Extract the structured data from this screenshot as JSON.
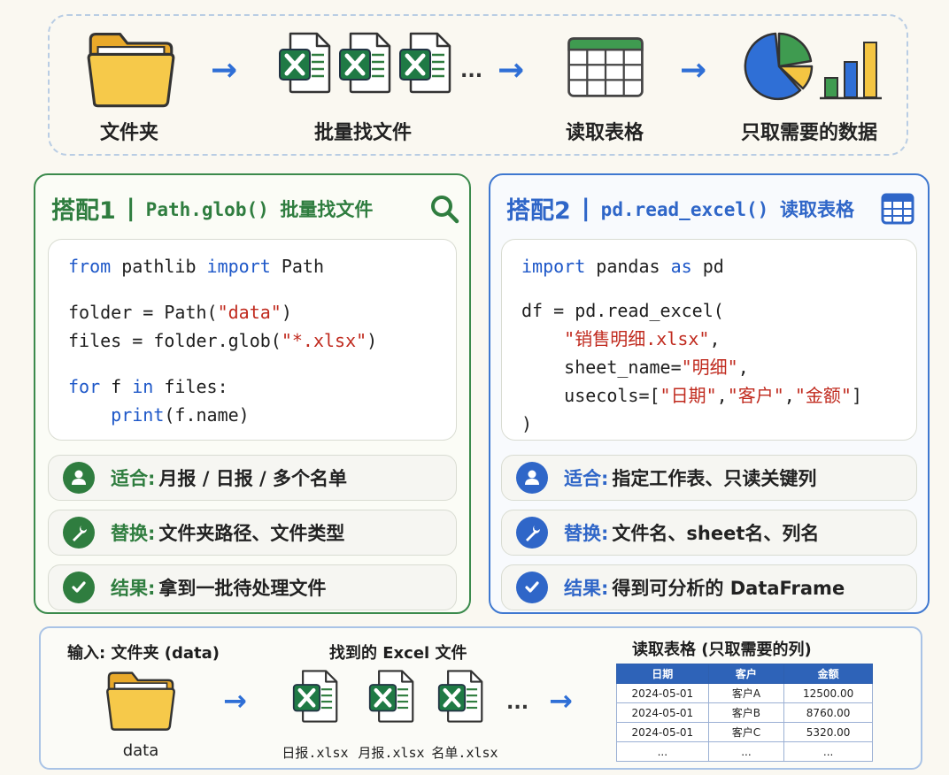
{
  "top_flow": {
    "steps": [
      "文件夹",
      "批量找文件",
      "读取表格",
      "只取需要的数据"
    ],
    "ellipsis": "..."
  },
  "card1": {
    "badge": "搭配1",
    "separator": "|",
    "subtitle": "Path.glob() 批量找文件",
    "code": {
      "l1_kw1": "from",
      "l1_mid": " pathlib ",
      "l1_kw2": "import",
      "l1_end": " Path",
      "l2_a": "folder = Path(",
      "l2_str": "\"data\"",
      "l2_b": ")",
      "l3_a": "files = folder.glob(",
      "l3_str": "\"*.xlsx\"",
      "l3_b": ")",
      "l4_kw1": "for",
      "l4_mid": " f ",
      "l4_kw2": "in",
      "l4_end": " files:",
      "l5_ind": "    ",
      "l5_fn": "print",
      "l5_end": "(f.name)"
    },
    "rows": [
      {
        "key": "适合:",
        "value": "月报 / 日报 / 多个名单",
        "icon": "user-icon"
      },
      {
        "key": "替换:",
        "value": "文件夹路径、文件类型",
        "icon": "wrench-icon"
      },
      {
        "key": "结果:",
        "value": "拿到一批待处理文件",
        "icon": "check-icon"
      }
    ]
  },
  "card2": {
    "badge": "搭配2",
    "separator": "|",
    "subtitle": "pd.read_excel() 读取表格",
    "code": {
      "l1_kw1": "import",
      "l1_mid": " pandas ",
      "l1_kw2": "as",
      "l1_end": " pd",
      "l2": "df = pd.read_excel(",
      "l3_ind": "    ",
      "l3_str": "\"销售明细.xlsx\"",
      "l3_end": ",",
      "l4_a": "    sheet_name=",
      "l4_str": "\"明细\"",
      "l4_end": ",",
      "l5_a": "    usecols=[",
      "l5_s1": "\"日期\"",
      "l5_c1": ",",
      "l5_s2": "\"客户\"",
      "l5_c2": ",",
      "l5_s3": "\"金额\"",
      "l5_end": "]",
      "l6": ")"
    },
    "rows": [
      {
        "key": "适合:",
        "value": "指定工作表、只读关键列",
        "icon": "user-icon"
      },
      {
        "key": "替换:",
        "value": "文件名、sheet名、列名",
        "icon": "wrench-icon"
      },
      {
        "key": "结果:",
        "value": "得到可分析的 DataFrame",
        "icon": "check-icon"
      }
    ]
  },
  "bottom": {
    "input_label": "输入: 文件夹 (data)",
    "folder_name": "data",
    "found_label": "找到的 Excel 文件",
    "files": [
      "日报.xlsx",
      "月报.xlsx",
      "名单.xlsx"
    ],
    "ellipsis": "...",
    "table_label": "读取表格 (只取需要的列)",
    "table": {
      "headers": [
        "日期",
        "客户",
        "金额"
      ],
      "rows": [
        [
          "2024-05-01",
          "客户A",
          "12500.00"
        ],
        [
          "2024-05-01",
          "客户B",
          "8760.00"
        ],
        [
          "2024-05-01",
          "客户C",
          "5320.00"
        ],
        [
          "...",
          "...",
          "..."
        ]
      ]
    }
  },
  "colors": {
    "green": "#2f7d3f",
    "blue": "#2f66c8",
    "excel_green": "#1f7a45",
    "arrow_blue": "#2f6fd6",
    "folder_yellow": "#f4c542"
  }
}
